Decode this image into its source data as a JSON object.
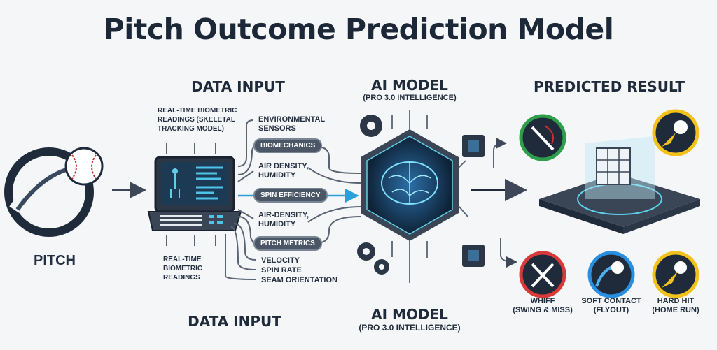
{
  "title": "Pitch Outcome Prediction Model",
  "pitch": {
    "label": "PITCH"
  },
  "data_input": {
    "heading": "DATA INPUT",
    "heading_bottom": "DATA INPUT",
    "top_note": [
      "REAL-TIME BIOMETRIC",
      "READINGS (SKELETAL",
      "TRACKING MODEL)"
    ],
    "bottom_note": [
      "REAL-TIME",
      "BIOMETRIC",
      "READINGS"
    ],
    "environmental": [
      "ENVIRONMENTAL",
      "SENSORS"
    ],
    "biomechanics": "BIOMECHANICS",
    "air_density_1": [
      "AIR DENSITY,",
      "HUMIDITY"
    ],
    "spin_efficiency": "SPIN EFFICIENCY",
    "air_density_2": [
      "AIR-DENSITY,",
      "HUMIDITY"
    ],
    "pitch_metrics": "PITCH METRICS",
    "metrics": [
      "VELOCITY",
      "SPIN RATE",
      "SEAM ORIENTATION"
    ]
  },
  "ai_model": {
    "heading": "AI MODEL",
    "subtitle": "(PRO 3.0 INTELLIGENCE)",
    "heading_bottom": "AI MODEL",
    "subtitle_bottom": "(PRO 3.0 INTELLIGENCE)"
  },
  "predicted": {
    "heading": "PREDICTED RESULT",
    "outcomes": [
      {
        "title": "WHIFF",
        "detail": "(SWING & MISS)",
        "color": "#d83a3a"
      },
      {
        "title": "SOFT CONTACT",
        "detail": "(FLYOUT)",
        "color": "#2a8fe0"
      },
      {
        "title": "HARD HIT",
        "detail": "(HOME RUN)",
        "color": "#f2c21a"
      }
    ]
  },
  "colors": {
    "navy": "#1f2b3a",
    "accent": "#2a9fd8"
  }
}
